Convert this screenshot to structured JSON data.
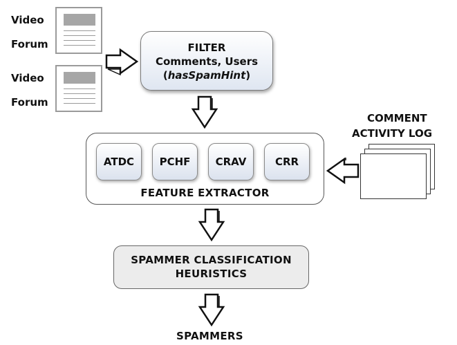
{
  "sources": [
    {
      "line1": "Video",
      "line2": "Forum"
    },
    {
      "line1": "Video",
      "line2": "Forum"
    }
  ],
  "filter": {
    "title": "FILTER",
    "subtitle": "Comments, Users",
    "hint": "hasSpamHint"
  },
  "feature_extractor": {
    "features": [
      "ATDC",
      "PCHF",
      "CRAV",
      "CRR"
    ],
    "title": "FEATURE EXTRACTOR"
  },
  "comment_activity_log": {
    "line1": "COMMENT",
    "line2": "ACTIVITY LOG"
  },
  "classifier": {
    "line1": "SPAMMER CLASSIFICATION",
    "line2": "HEURISTICS"
  },
  "output": {
    "label": "SPAMMERS"
  }
}
